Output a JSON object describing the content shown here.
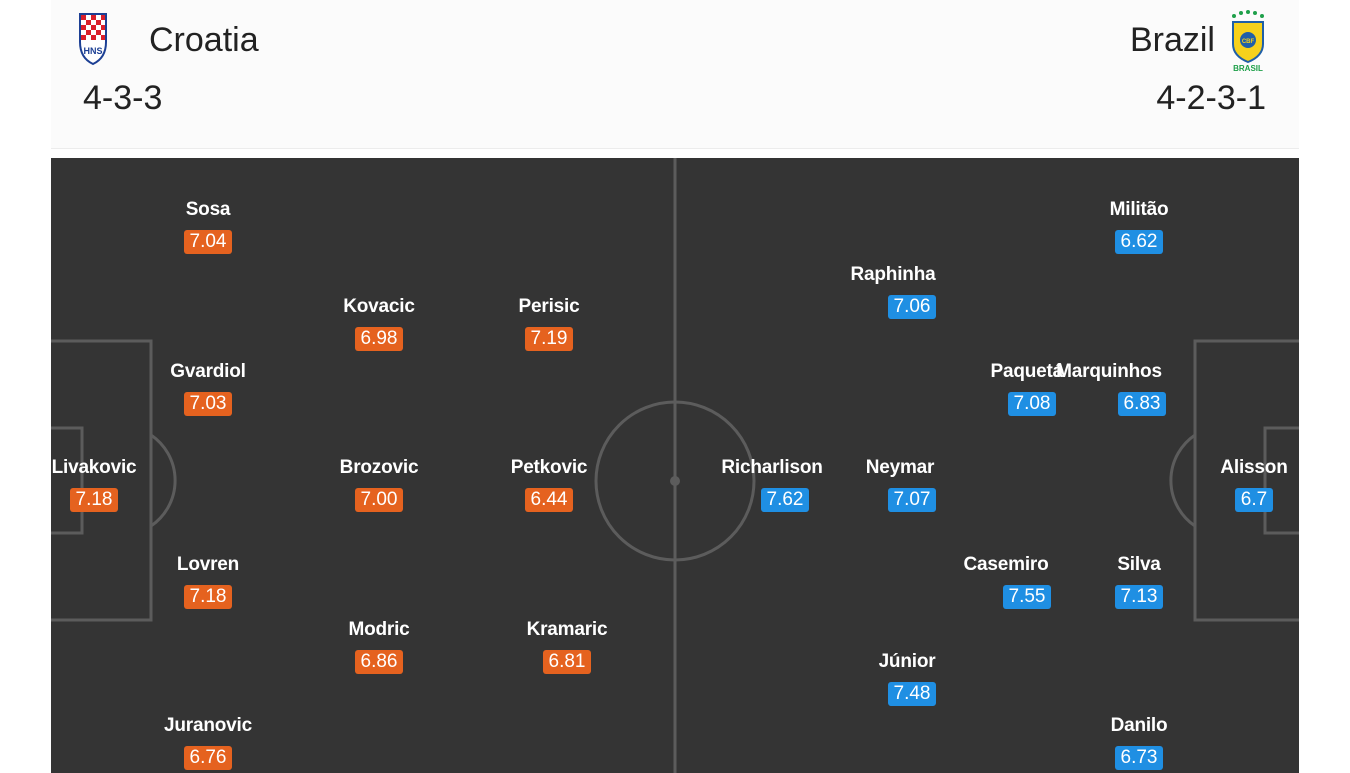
{
  "colors": {
    "home_rating": "#e5621f",
    "away_rating": "#1f8fe3",
    "pitch": "#343434",
    "pitch_lines": "#5c5c5c"
  },
  "home": {
    "name": "Croatia",
    "formation": "4-3-3",
    "crest_icon": "croatia-crest-icon",
    "players": [
      {
        "name": "Livakovic",
        "rating": "7.18"
      },
      {
        "name": "Sosa",
        "rating": "7.04"
      },
      {
        "name": "Gvardiol",
        "rating": "7.03"
      },
      {
        "name": "Lovren",
        "rating": "7.18"
      },
      {
        "name": "Juranovic",
        "rating": "6.76"
      },
      {
        "name": "Kovacic",
        "rating": "6.98"
      },
      {
        "name": "Brozovic",
        "rating": "7.00"
      },
      {
        "name": "Modric",
        "rating": "6.86"
      },
      {
        "name": "Perisic",
        "rating": "7.19"
      },
      {
        "name": "Petkovic",
        "rating": "6.44"
      },
      {
        "name": "Kramaric",
        "rating": "6.81"
      }
    ]
  },
  "away": {
    "name": "Brazil",
    "formation": "4-2-3-1",
    "crest_icon": "brazil-crest-icon",
    "crest_text": "BRASIL",
    "players": [
      {
        "name": "Alisson",
        "rating": "6.7"
      },
      {
        "name": "Militão",
        "rating": "6.62"
      },
      {
        "name": "Marquinhos",
        "rating": "6.83"
      },
      {
        "name": "Silva",
        "rating": "7.13"
      },
      {
        "name": "Danilo",
        "rating": "6.73"
      },
      {
        "name": "Paquetá",
        "rating": "7.08"
      },
      {
        "name": "Casemiro",
        "rating": "7.55"
      },
      {
        "name": "Raphinha",
        "rating": "7.06"
      },
      {
        "name": "Neymar",
        "rating": "7.07"
      },
      {
        "name": "Júnior",
        "rating": "7.48"
      },
      {
        "name": "Richarlison",
        "rating": "7.62"
      }
    ]
  }
}
